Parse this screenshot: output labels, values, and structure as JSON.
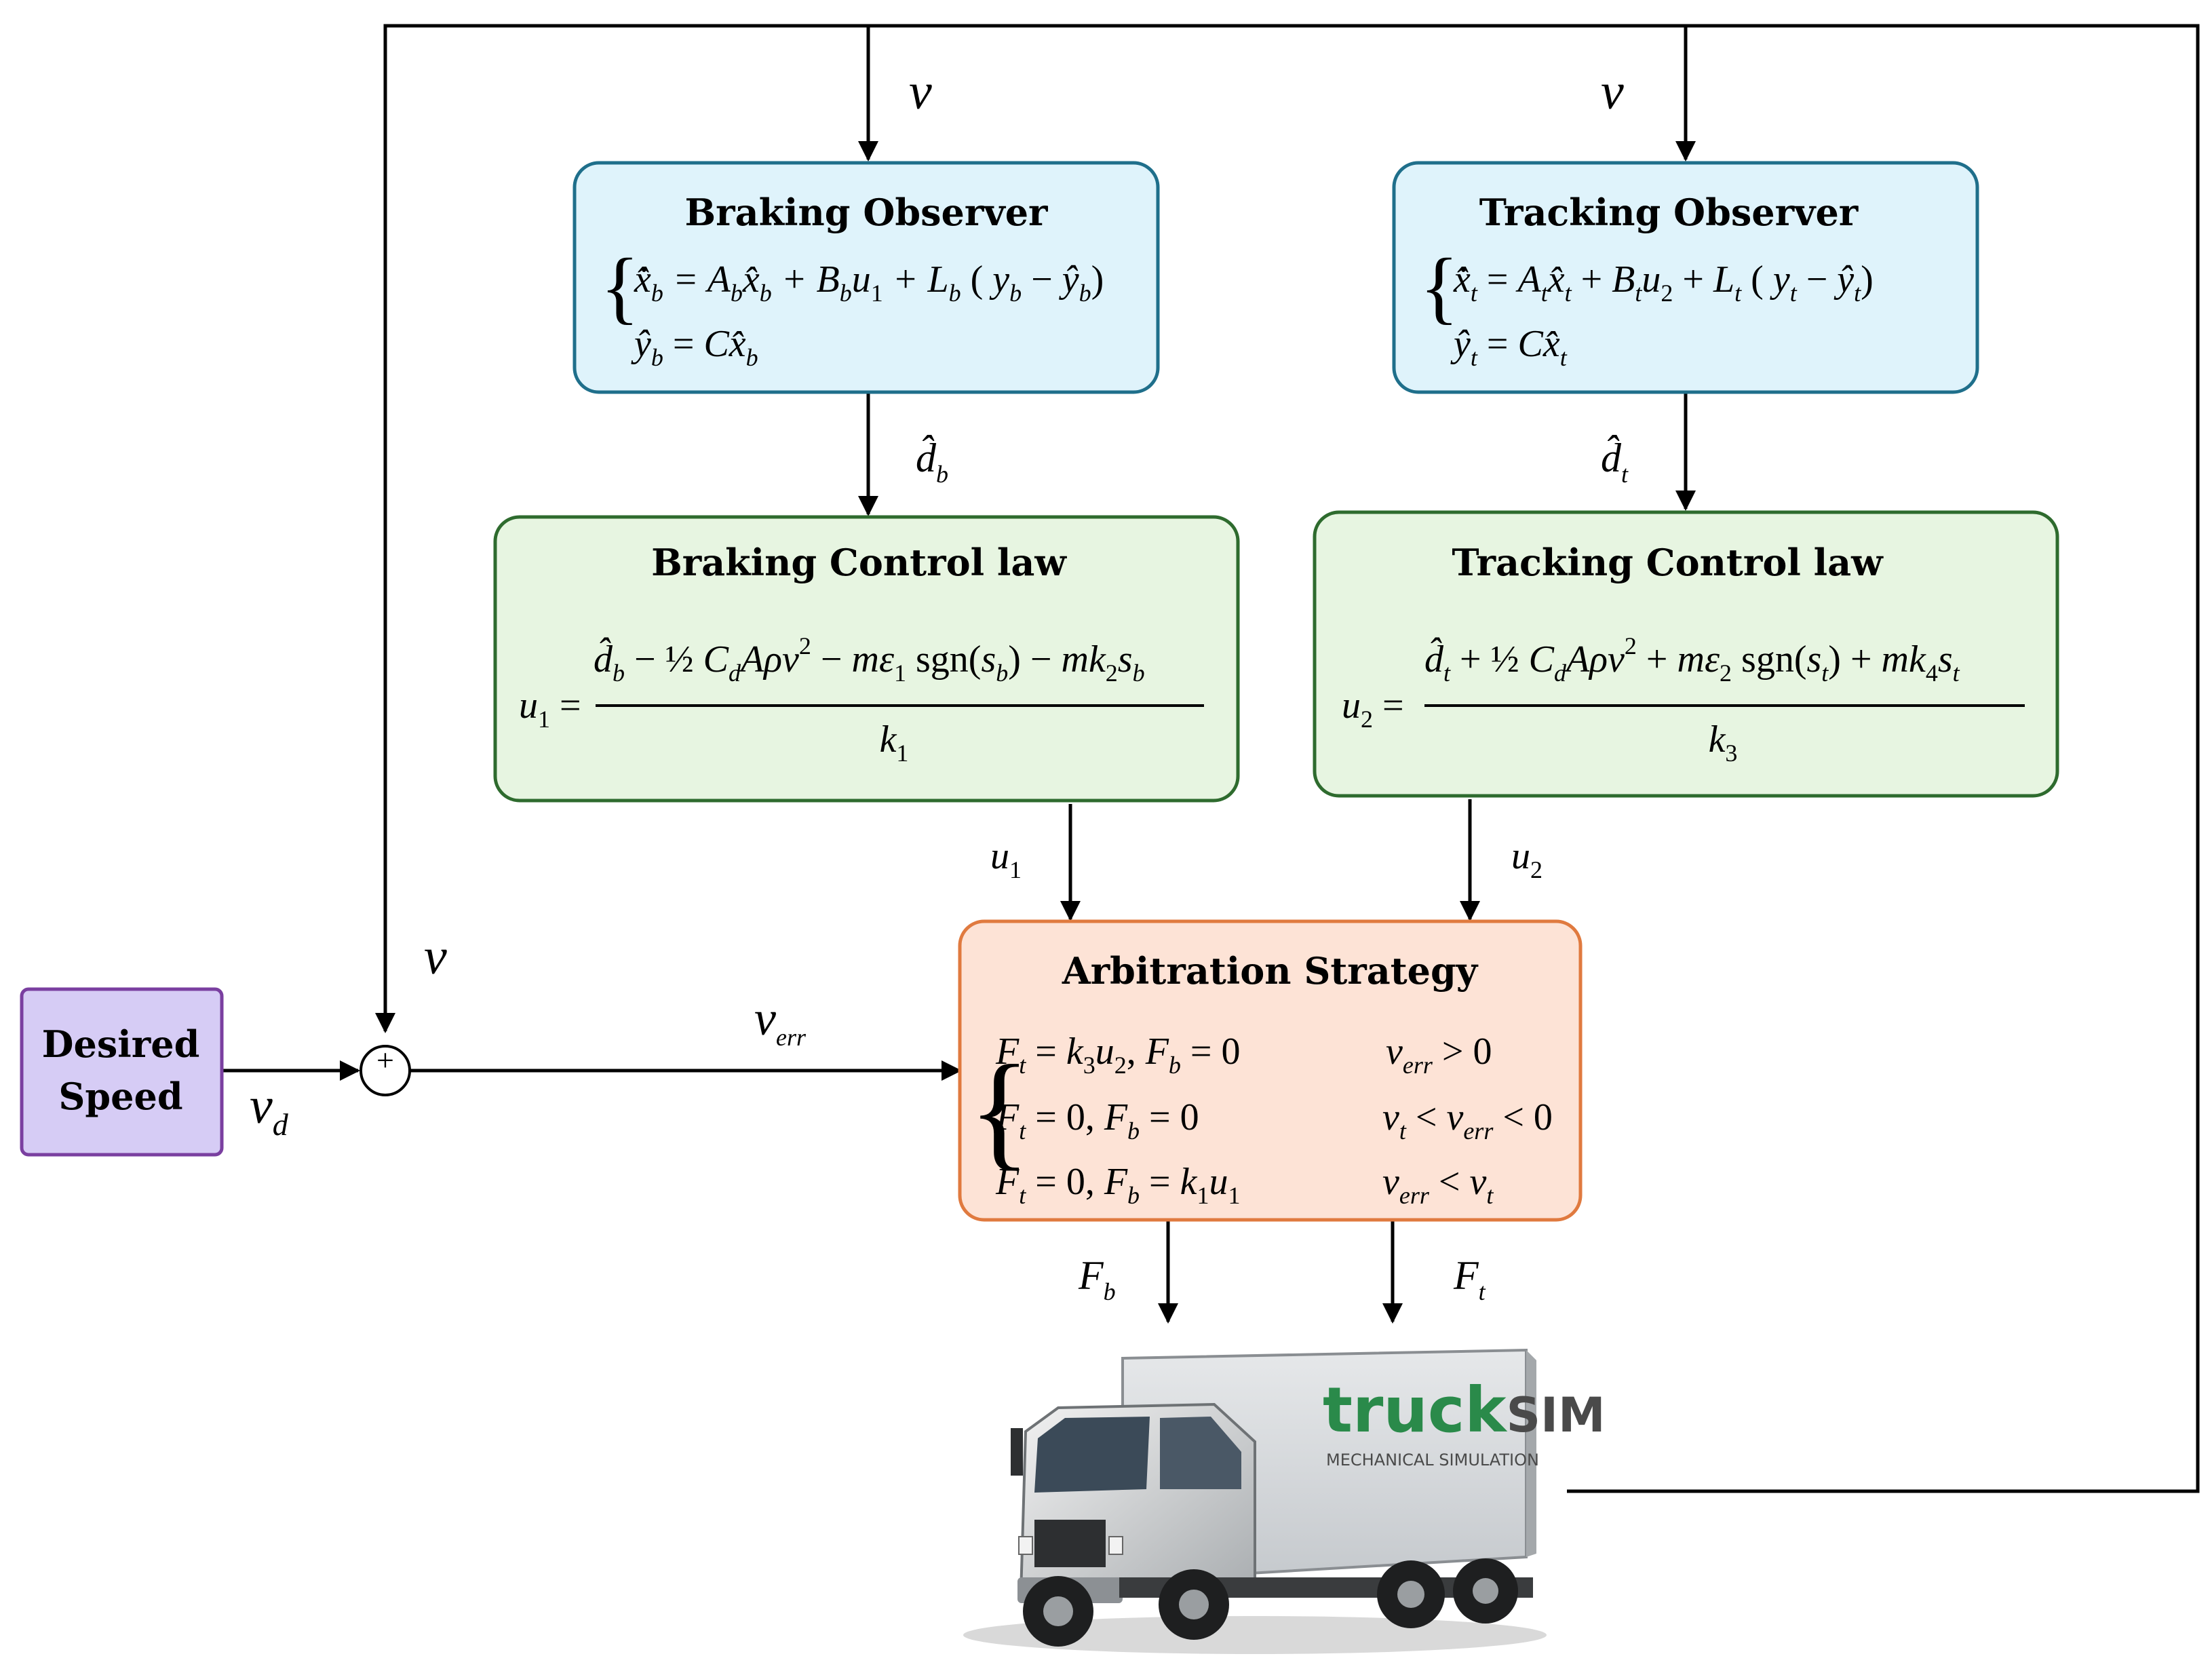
{
  "blocks": {
    "braking_observer": {
      "title": "Braking Observer",
      "eq1": "x̂̇_b = A_b x̂_b + B_b u_1 + L_b ( y_b − ŷ_b )",
      "eq2": "ŷ_b = C x̂_b"
    },
    "tracking_observer": {
      "title": "Tracking Observer",
      "eq1": "x̂̇_t = A_t x̂_t + B_t u_2 + L_t ( y_t − ŷ_t )",
      "eq2": "ŷ_t = C x̂_t"
    },
    "braking_control_law": {
      "title": "Braking Control law",
      "lhs": "u_1 =",
      "numerator": "d̂_b − (1/2) C_d A ρ v² − m ε_1 sgn(s_b) − m k_2 s_b",
      "denominator": "k_1"
    },
    "tracking_control_law": {
      "title": "Tracking Control law",
      "lhs": "u_2 =",
      "numerator": "d̂_t + (1/2) C_d A ρ v² + m ε_2 sgn(s_t) + m k_4 s_t",
      "denominator": "k_3"
    },
    "arbitration_strategy": {
      "title": "Arbitration Strategy",
      "cases": [
        {
          "action": "F_t = k_3 u_2 , F_b = 0",
          "condition": "v_err > 0"
        },
        {
          "action": "F_t = 0, F_b = 0",
          "condition": "v_t < v_err < 0"
        },
        {
          "action": "F_t = 0, F_b = k_1 u_1",
          "condition": "v_err < v_t"
        }
      ]
    },
    "desired_speed": {
      "line1": "Desired",
      "line2": "Speed"
    }
  },
  "signals": {
    "v_top_left": "v",
    "v_top_right": "v",
    "v_feedback": "v",
    "d_hat_b": "d̂_b",
    "d_hat_t": "d̂_t",
    "u1": "u_1",
    "u2": "u_2",
    "v_err": "v_err",
    "v_d": "v_d",
    "F_b": "F_b",
    "F_t": "F_t",
    "sum_sign": "+"
  },
  "vehicle": {
    "brand_main": "truckSIM",
    "brand_sub": "MECHANICAL SIMULATION"
  },
  "colors": {
    "observer_fill": "#dff3fb",
    "observer_stroke": "#1f6f8b",
    "control_fill": "#e7f5e1",
    "control_stroke": "#2e6b2e",
    "arbitration_fill": "#fde3d6",
    "arbitration_stroke": "#e07a3f",
    "desired_fill": "#d6ccf5",
    "desired_stroke": "#7a3fa0"
  }
}
